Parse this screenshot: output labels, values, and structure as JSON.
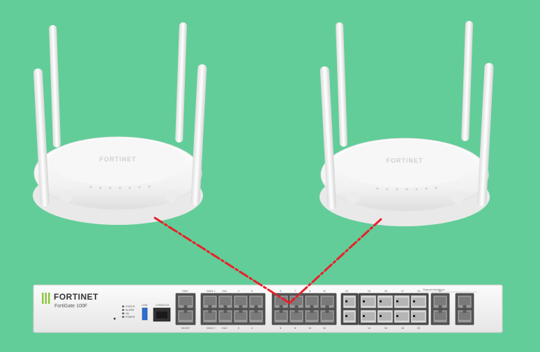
{
  "colors": {
    "background": "#62cd98",
    "link_line": "#e8202a",
    "brand_bar": "#8dc63f",
    "device_white": "#f4f4f4"
  },
  "access_points": [
    {
      "id": "ap-left",
      "brand": "FORTINET"
    },
    {
      "id": "ap-right",
      "brand": "FORTINET"
    }
  ],
  "firewall": {
    "brand": "FORTINET",
    "model": "FortiGate 100F",
    "leds": [
      "STATUS",
      "ALARM",
      "HA",
      "POWER"
    ],
    "labels": {
      "usb": "USB",
      "console": "CONSOLE",
      "dmz": "DMZ",
      "mgmt": "MGMT",
      "wan1": "WAN 1",
      "wan2": "WAN 2",
      "ha1": "HA1",
      "ha2": "HA2",
      "shared": "Shared Interfaces"
    },
    "port_top": [
      "1",
      "3",
      "5",
      "7",
      "9",
      "11",
      "X1",
      "13",
      "15",
      "17",
      "19",
      "X2"
    ],
    "port_bottom": [
      "2",
      "4",
      "6",
      "8",
      "10",
      "12",
      "14",
      "16",
      "18",
      "20"
    ]
  }
}
